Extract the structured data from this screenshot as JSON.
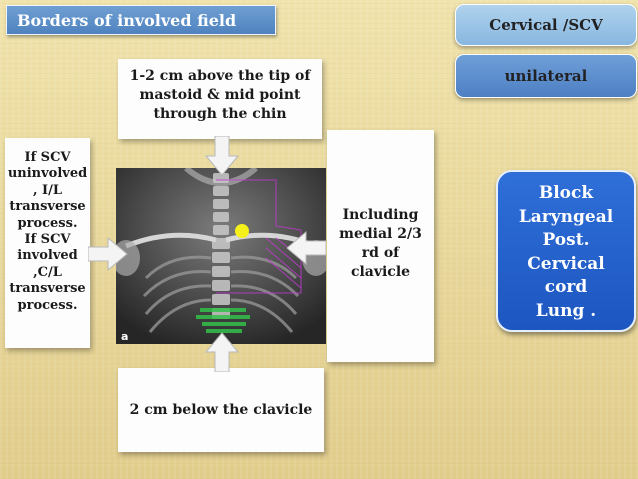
{
  "header": {
    "title": "Borders of involved field",
    "tag_region": "Cervical /SCV",
    "tag_side": "unilateral"
  },
  "borders": {
    "superior": [
      "1-2 cm above the tip of",
      "mastoid & mid point",
      "through the chin"
    ],
    "inferior": "2 cm below the clavicle",
    "medial": [
      "If SCV",
      "uninvolved",
      ", I/L",
      "transverse",
      "process.",
      "If SCV",
      "involved",
      ",C/L",
      "transverse",
      "process."
    ],
    "lateral": [
      "Including",
      "medial 2/3",
      "rd of",
      "clavicle"
    ]
  },
  "image": {
    "panel_letter": "a"
  },
  "block": {
    "lines": [
      "Block",
      "Laryngeal",
      "Post.",
      "Cervical",
      "cord",
      "Lung ."
    ]
  },
  "colors": {
    "background": "#e8d79a",
    "title_blue": "#5a8bc6",
    "block_blue": "#2563cc",
    "target_yellow": "#f5ef1a",
    "field_pink": "#c03ad0",
    "lung_green": "#33c04a"
  }
}
